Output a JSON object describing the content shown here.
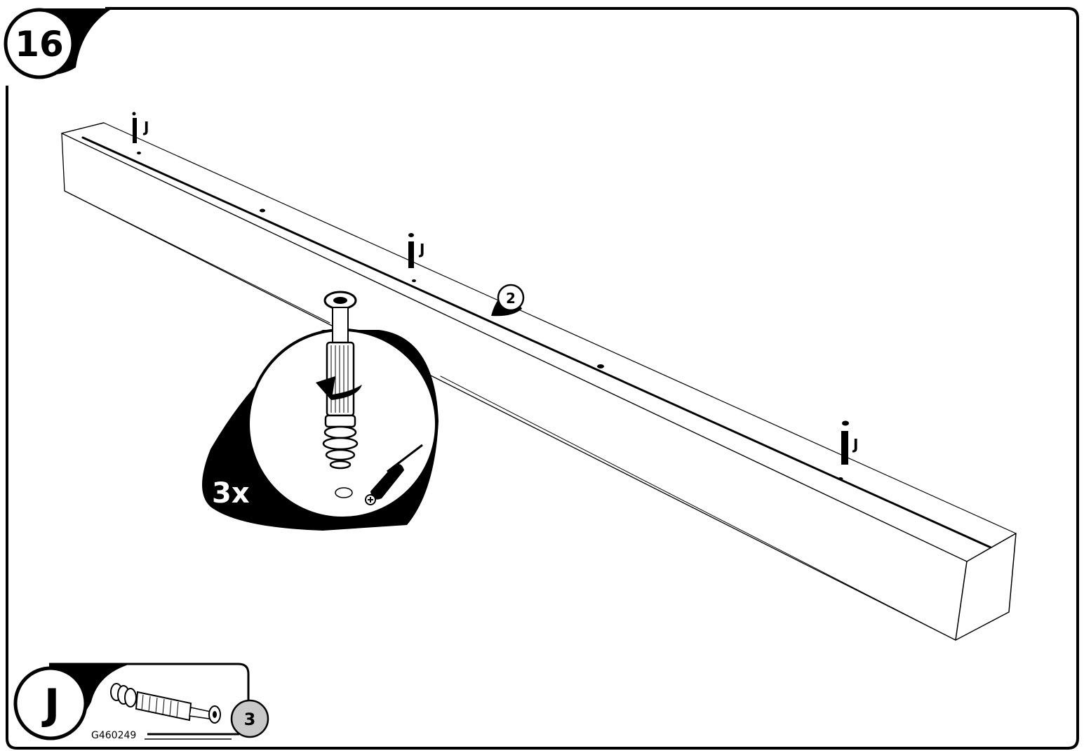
{
  "step": {
    "number": "16"
  },
  "main_illustration": {
    "board_part_number": "2",
    "dowel_labels": [
      "J",
      "J",
      "J"
    ],
    "detail_quantity": "3x",
    "tool_icon": "phillips-screwdriver-icon"
  },
  "parts_legend": {
    "part_letter": "J",
    "part_code": "G460249",
    "part_quantity": "3"
  },
  "colors": {
    "ink": "#000000",
    "paper": "#ffffff",
    "badge_grey": "#c8c8c8"
  }
}
